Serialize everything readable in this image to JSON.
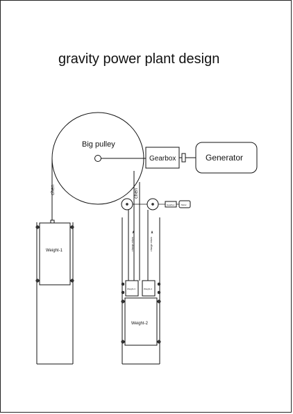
{
  "title": "gravity power plant design",
  "labels": {
    "big_pulley": "Big pulley",
    "gearbox": "Gearbox",
    "generator": "Generator",
    "chain_left": "chen",
    "chain_right": "chen",
    "weight_1": "Weight-1",
    "weight_2": "Weight-2",
    "small_weight_left": "Weight-3",
    "small_weight_right": "Weight-4",
    "charge_label_left": "charge return",
    "charge_label_right": "charge return",
    "small_box_1": "Gearbox",
    "small_box_2": "Motor"
  },
  "colors": {
    "stroke": "#111111",
    "background": "#ffffff"
  }
}
